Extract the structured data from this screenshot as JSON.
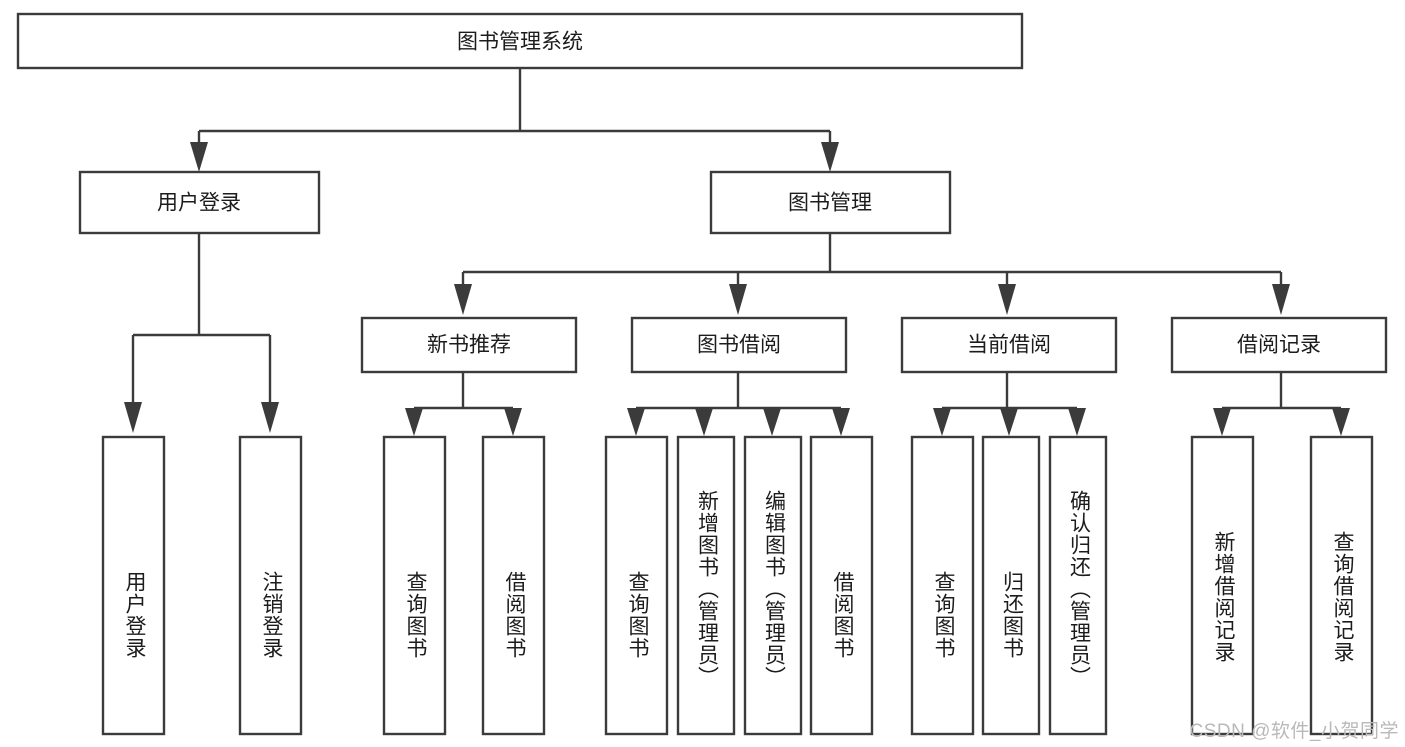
{
  "diagram": {
    "type": "tree",
    "title": "图书管理系统",
    "root": {
      "label": "图书管理系统"
    },
    "level2": [
      {
        "label": "用户登录"
      },
      {
        "label": "图书管理"
      }
    ],
    "level3": [
      {
        "label": "新书推荐"
      },
      {
        "label": "图书借阅"
      },
      {
        "label": "当前借阅"
      },
      {
        "label": "借阅记录"
      }
    ],
    "leaves": {
      "user_login": [
        {
          "label": "用户登录"
        },
        {
          "label": "注销登录"
        }
      ],
      "new_book": [
        {
          "label": "查询图书"
        },
        {
          "label": "借阅图书"
        }
      ],
      "borrow_book": [
        {
          "label": "查询图书"
        },
        {
          "label": "新增图书（管理员）"
        },
        {
          "label": "编辑图书（管理员）"
        },
        {
          "label": "借阅图书"
        }
      ],
      "current_borrow": [
        {
          "label": "查询图书"
        },
        {
          "label": "归还图书"
        },
        {
          "label": "确认归还（管理员）"
        }
      ],
      "borrow_record": [
        {
          "label": "新增借阅记录"
        },
        {
          "label": "查询借阅记录"
        }
      ]
    },
    "colors": {
      "stroke": "#3b3b3b",
      "fill": "#ffffff",
      "text": "#1c1c1c",
      "watermark": "#b9b9b9"
    }
  },
  "watermark": {
    "text": "CSDN @软件_小贺同学"
  }
}
